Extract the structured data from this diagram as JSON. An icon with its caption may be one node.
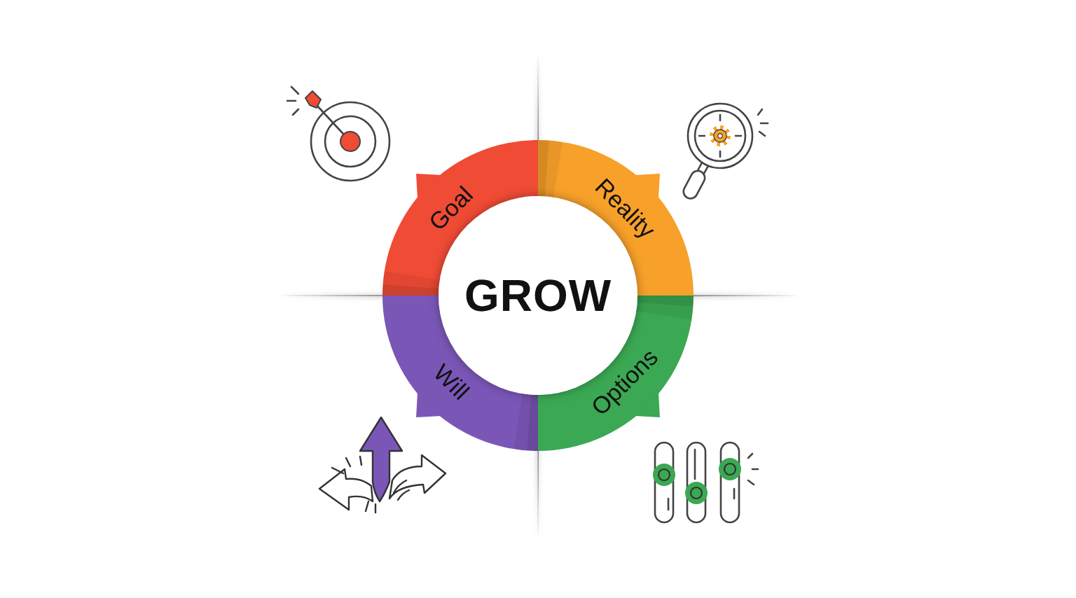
{
  "diagram": {
    "nodes": [
      {
        "text": [
          "GROW"
        ]
      },
      {
        "text": [
          "Goal"
        ]
      },
      {
        "text": [
          "Reality"
        ]
      },
      {
        "text": [
          "Options"
        ]
      },
      {
        "text": [
          "Will"
        ]
      }
    ]
  }
}
